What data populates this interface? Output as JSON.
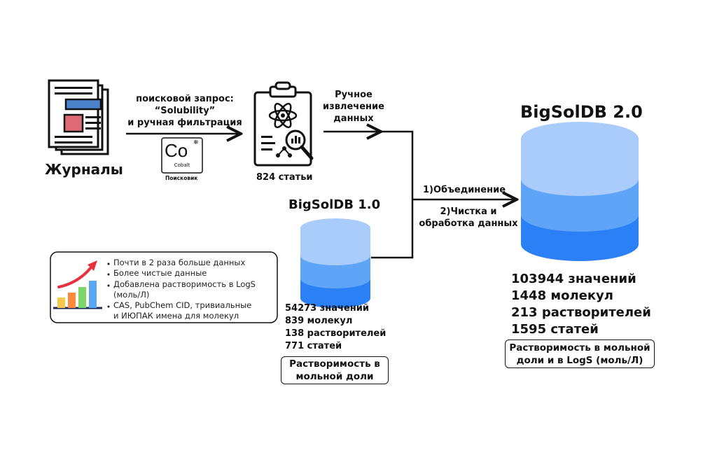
{
  "journals": {
    "label": "Журналы"
  },
  "search": {
    "line1": "поисковой запрос:",
    "line2": "“Solubility”",
    "line3": "и ручная фильтрация",
    "engine_symbol": "Co",
    "engine_element": "Cobalt",
    "engine_label": "Поисковик"
  },
  "articles": {
    "label": "824 статьи"
  },
  "extraction": {
    "line1": "Ручное",
    "line2": "извлечение",
    "line3": "данных"
  },
  "merge": {
    "step1": "1)Объединение",
    "step2_line1": "2)Чистка и",
    "step2_line2": "обработка данных"
  },
  "db1": {
    "title": "BigSolDB 1.0",
    "stats": [
      "54273 значений",
      "839 молекул",
      "138 растворителей",
      "771 статей"
    ],
    "note_line1": "Растворимость в",
    "note_line2": "мольной доли"
  },
  "db2": {
    "title": "BigSolDB 2.0",
    "stats": [
      "103944 значений",
      "1448 молекул",
      "213 растворителей",
      "1595 статей"
    ],
    "note_line1": "Растворимость в мольной",
    "note_line2": "доли и в LogS (моль/Л)"
  },
  "improvements": [
    "Почти в 2 раза больше данных",
    "Более чистые данные",
    "Добавлена растворимость в LogS",
    "(моль/Л)",
    "CAS, PubChem CID, тривиальные",
    "и ИЮПАК имена для молекул"
  ],
  "colors": {
    "db_light": "#a9ccfb",
    "db_mid": "#5ea4f7",
    "db_dark": "#2b80f5",
    "news_blue": "#4a83c9",
    "news_red": "#e06a78",
    "arrow_red": "#e8303f"
  }
}
